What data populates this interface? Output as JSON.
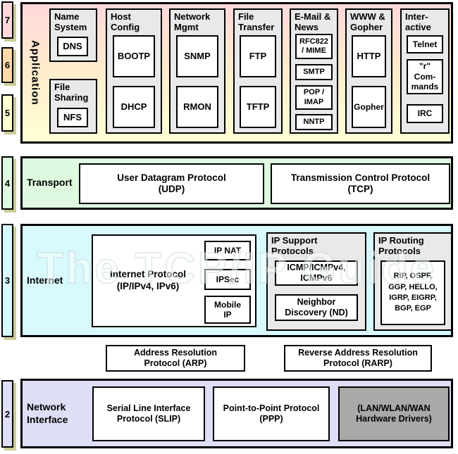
{
  "watermark": "The TCP/IP Guide",
  "colors": {
    "shadow": "#cccc99",
    "group_bg": "#e9e9e9",
    "hardware_bg": "#a9a9a9",
    "app_top": "#ffd8db",
    "app_mid": "#ffeccc",
    "app_bottom": "#ffffd4",
    "transport": "#dff8e0",
    "internet": "#d8fafd",
    "network": "#dedef7",
    "osi7": "#ffd8db",
    "osi6": "#ffd9a8",
    "osi5": "#ffffd0"
  },
  "osi": [
    "7",
    "6",
    "5",
    "4",
    "3",
    "2"
  ],
  "layers": {
    "application": {
      "label": "Application",
      "groups": {
        "name_system": {
          "title": "Name\nSystem",
          "dns": "DNS"
        },
        "file_sharing": {
          "title": "File\nSharing",
          "nfs": "NFS"
        },
        "host_config": {
          "title": "Host\nConfig",
          "bootp": "BOOTP",
          "dhcp": "DHCP"
        },
        "network_mgmt": {
          "title": "Network\nMgmt",
          "snmp": "SNMP",
          "rmon": "RMON"
        },
        "file_transfer": {
          "title": "File\nTransfer",
          "ftp": "FTP",
          "tftp": "TFTP"
        },
        "email_news": {
          "title": "E-Mail &\nNews",
          "rfc822": "RFC822\n/ MIME",
          "smtp": "SMTP",
          "pop_imap": "POP /\nIMAP",
          "nntp": "NNTP"
        },
        "www_gopher": {
          "title": "WWW &\nGopher",
          "http": "HTTP",
          "gopher": "Gopher"
        },
        "interactive": {
          "title": "Inter-\nactive",
          "telnet": "Telnet",
          "r_commands": "\"r\"\nCom-\nmands",
          "irc": "IRC"
        }
      }
    },
    "transport": {
      "label": "Transport",
      "udp": "User Datagram Protocol\n(UDP)",
      "tcp": "Transmission Control Protocol\n(TCP)"
    },
    "internet": {
      "label": "Internet",
      "ip_box": {
        "label": "Internet Protocol\n(IP/IPv4, IPv6)",
        "ip_nat": "IP NAT",
        "ipsec": "IPSec",
        "mobile_ip": "Mobile\nIP"
      },
      "support": {
        "title": "IP Support\nProtocols",
        "icmp": "ICMP/ICMPv4,\nICMPv6",
        "nd": "Neighbor\nDiscovery (ND)"
      },
      "routing": {
        "title": "IP Routing\nProtocols",
        "list": "RIP, OSPF,\nGGP, HELLO,\nIGRP, EIGRP,\nBGP, EGP"
      }
    },
    "network_interface": {
      "label": "Network\nInterface",
      "slip": "Serial Line Interface\nProtocol (SLIP)",
      "ppp": "Point-to-Point Protocol\n(PPP)",
      "hardware": "(LAN/WLAN/WAN\nHardware Drivers)"
    }
  },
  "arp_row": {
    "arp": "Address Resolution\nProtocol (ARP)",
    "rarp": "Reverse Address Resolution\nProtocol (RARP)"
  }
}
